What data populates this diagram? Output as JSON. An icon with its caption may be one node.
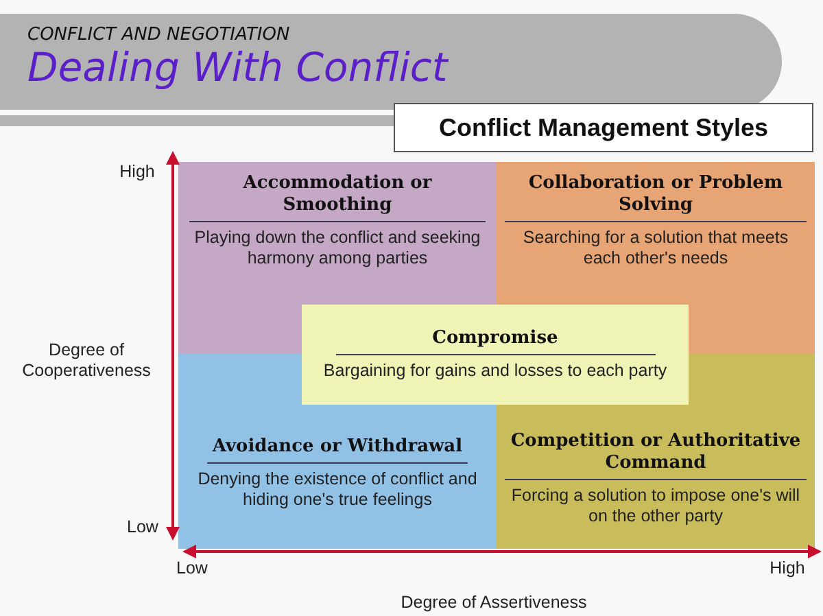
{
  "diagram": {
    "title": "Dealing With Conflict",
    "nodes": [
      {
        "text": [
          "Conflict Management Styles"
        ]
      },
      {
        "text": [
          "Accommodation or Smoothing",
          "Playing down the conflict and seeking harmony among parties"
        ]
      },
      {
        "text": [
          "Collaboration or Problem Solving",
          "Searching for a solution that meets each other's needs"
        ]
      },
      {
        "text": [
          "Compromise",
          "Bargaining for gains and losses to each party"
        ]
      },
      {
        "text": [
          "Avoidance or Withdrawal",
          "Denying the existence of conflict and hiding one's true feelings"
        ]
      },
      {
        "text": [
          "Competition or Authoritative Command",
          "Forcing a solution to impose one's will on the other party"
        ]
      }
    ],
    "labels": [
      "CONFLICT AND NEGOTIATION",
      "High",
      "Degree of Cooperativeness",
      "Low",
      "Low",
      "High",
      "Degree of Assertiveness"
    ]
  }
}
